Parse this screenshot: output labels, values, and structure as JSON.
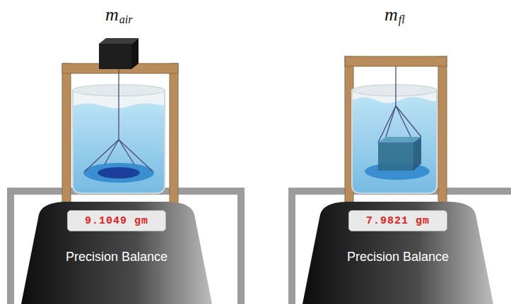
{
  "diagram": {
    "nodes": [
      {
        "text": [
          "Precision Balance"
        ]
      },
      {
        "text": [
          "9.1049 gm"
        ],
        "in": 0
      },
      {
        "text": [
          "Precision Balance"
        ]
      },
      {
        "text": [
          "7.9821 gm"
        ],
        "in": 2
      }
    ],
    "labels": [
      "m",
      "air",
      "m",
      "fl"
    ]
  }
}
